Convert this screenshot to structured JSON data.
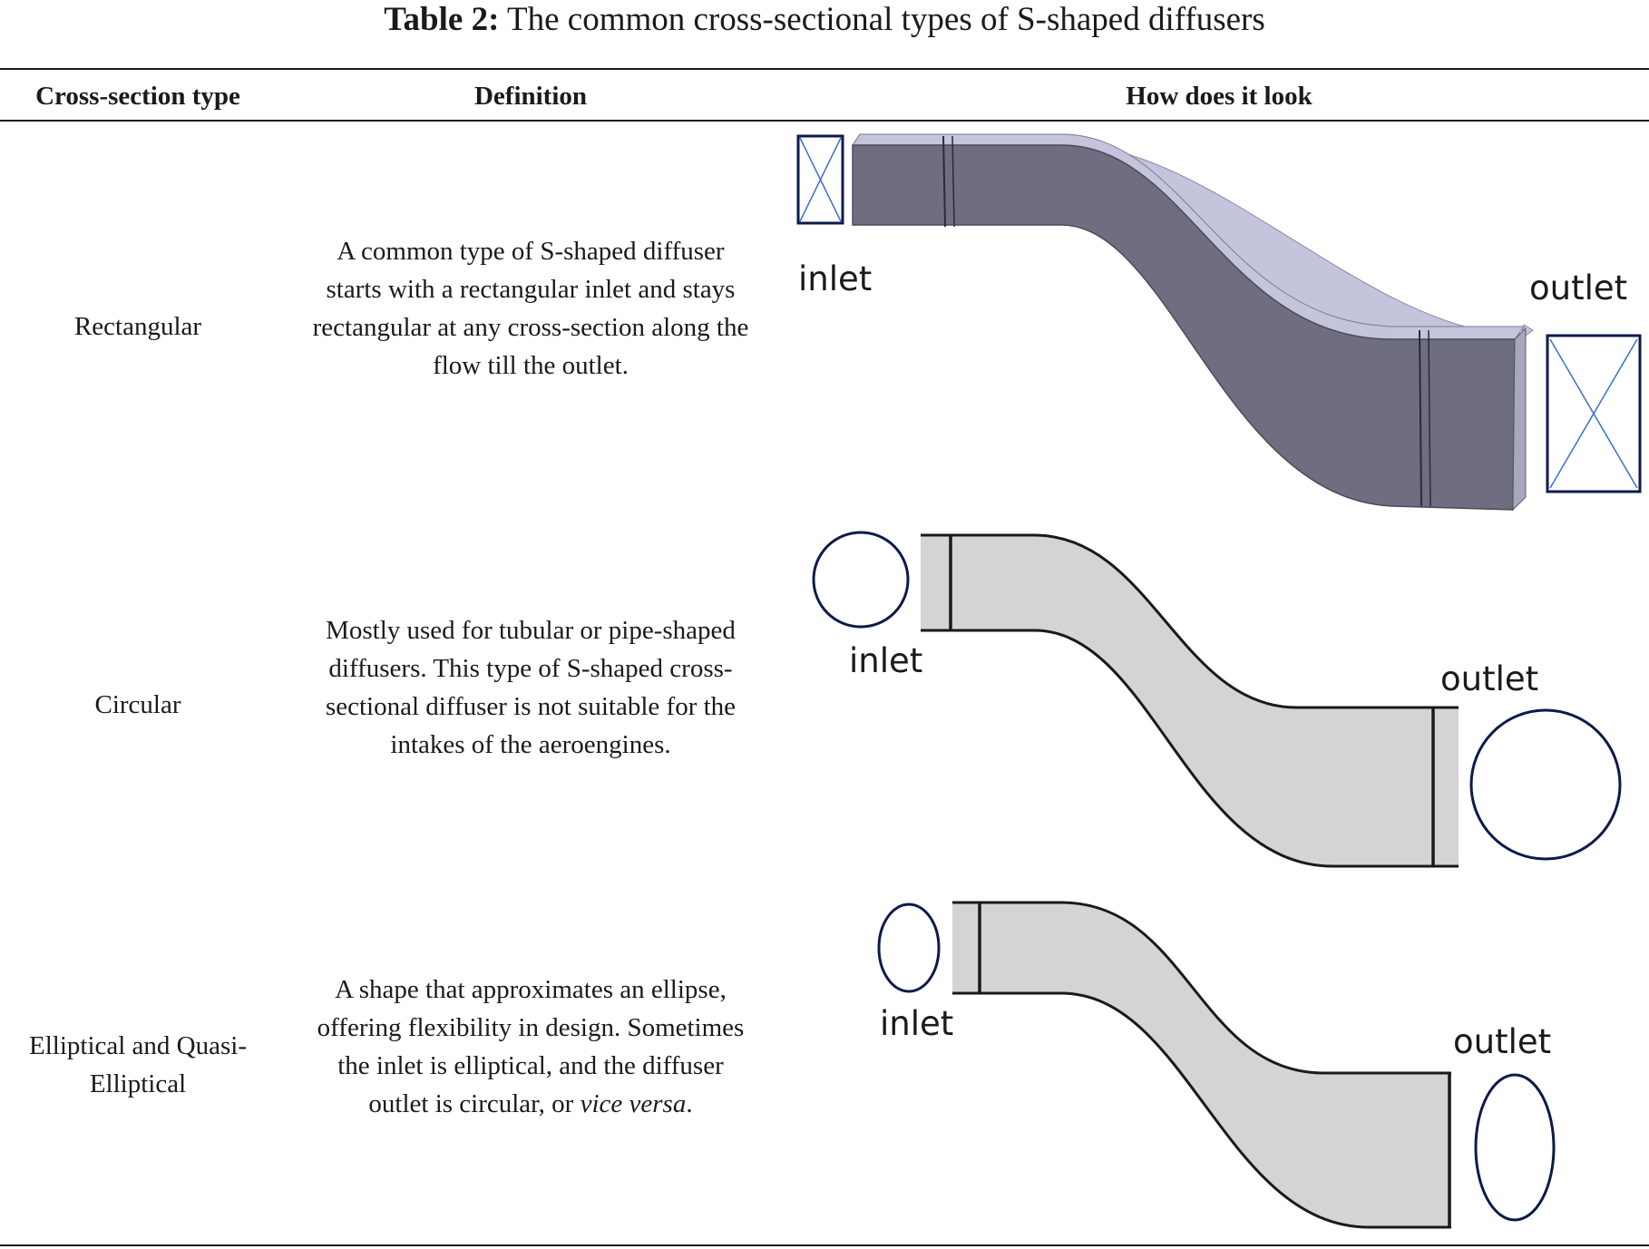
{
  "caption": {
    "label": "Table 2:",
    "title": "The common cross-sectional types of S-shaped diffusers"
  },
  "headers": {
    "type": "Cross-section type",
    "definition": "Definition",
    "look": "How does it look"
  },
  "rows": [
    {
      "type": "Rectangular",
      "definition": "A common type of S-shaped diffuser starts with a rectangular inlet and stays rectangular at any cross-section along the flow till the outlet.",
      "inlet_label": "inlet",
      "outlet_label": "outlet"
    },
    {
      "type": "Circular",
      "definition": "Mostly used for tubular or pipe-shaped diffusers. This type of S-shaped cross-sectional diffuser is not suitable for the intakes of the aeroengines.",
      "inlet_label": "inlet",
      "outlet_label": "outlet"
    },
    {
      "type": "Elliptical and Quasi-Elliptical",
      "definition_main": "A shape that approximates an ellipse, offering flexibility in design. Sometimes the inlet is elliptical, and the diffuser outlet is circular, or",
      "definition_italic": "vice versa",
      "definition_end": ".",
      "inlet_label": "inlet",
      "outlet_label": "outlet"
    }
  ],
  "colors": {
    "rect_body": "#6e6e80",
    "rect_top": "#c4c4dc",
    "tube_fill": "#d4d4d4",
    "outline_blue": "#0c1a4a",
    "cross_blue": "#3a6fd0"
  }
}
